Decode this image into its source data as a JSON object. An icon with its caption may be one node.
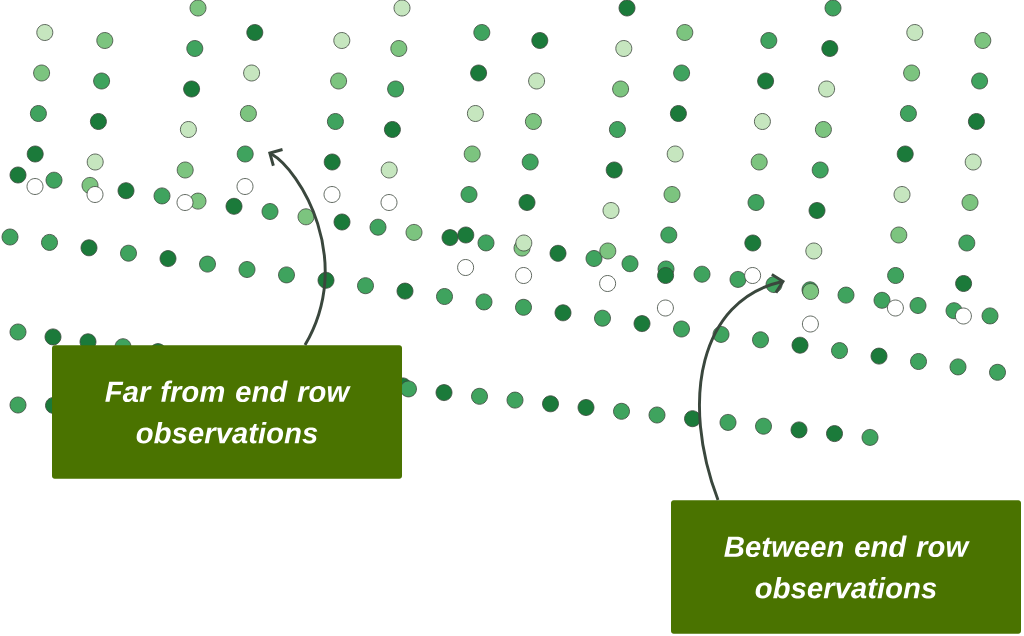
{
  "diagram": {
    "nodes": [
      {
        "text": [
          "Far from end row observations"
        ]
      },
      {
        "text": [
          "Between end row observations"
        ]
      }
    ],
    "edges": [
      {
        "from": 0,
        "to": null,
        "arrow": "to"
      },
      {
        "from": 1,
        "to": null,
        "arrow": "to"
      }
    ]
  }
}
